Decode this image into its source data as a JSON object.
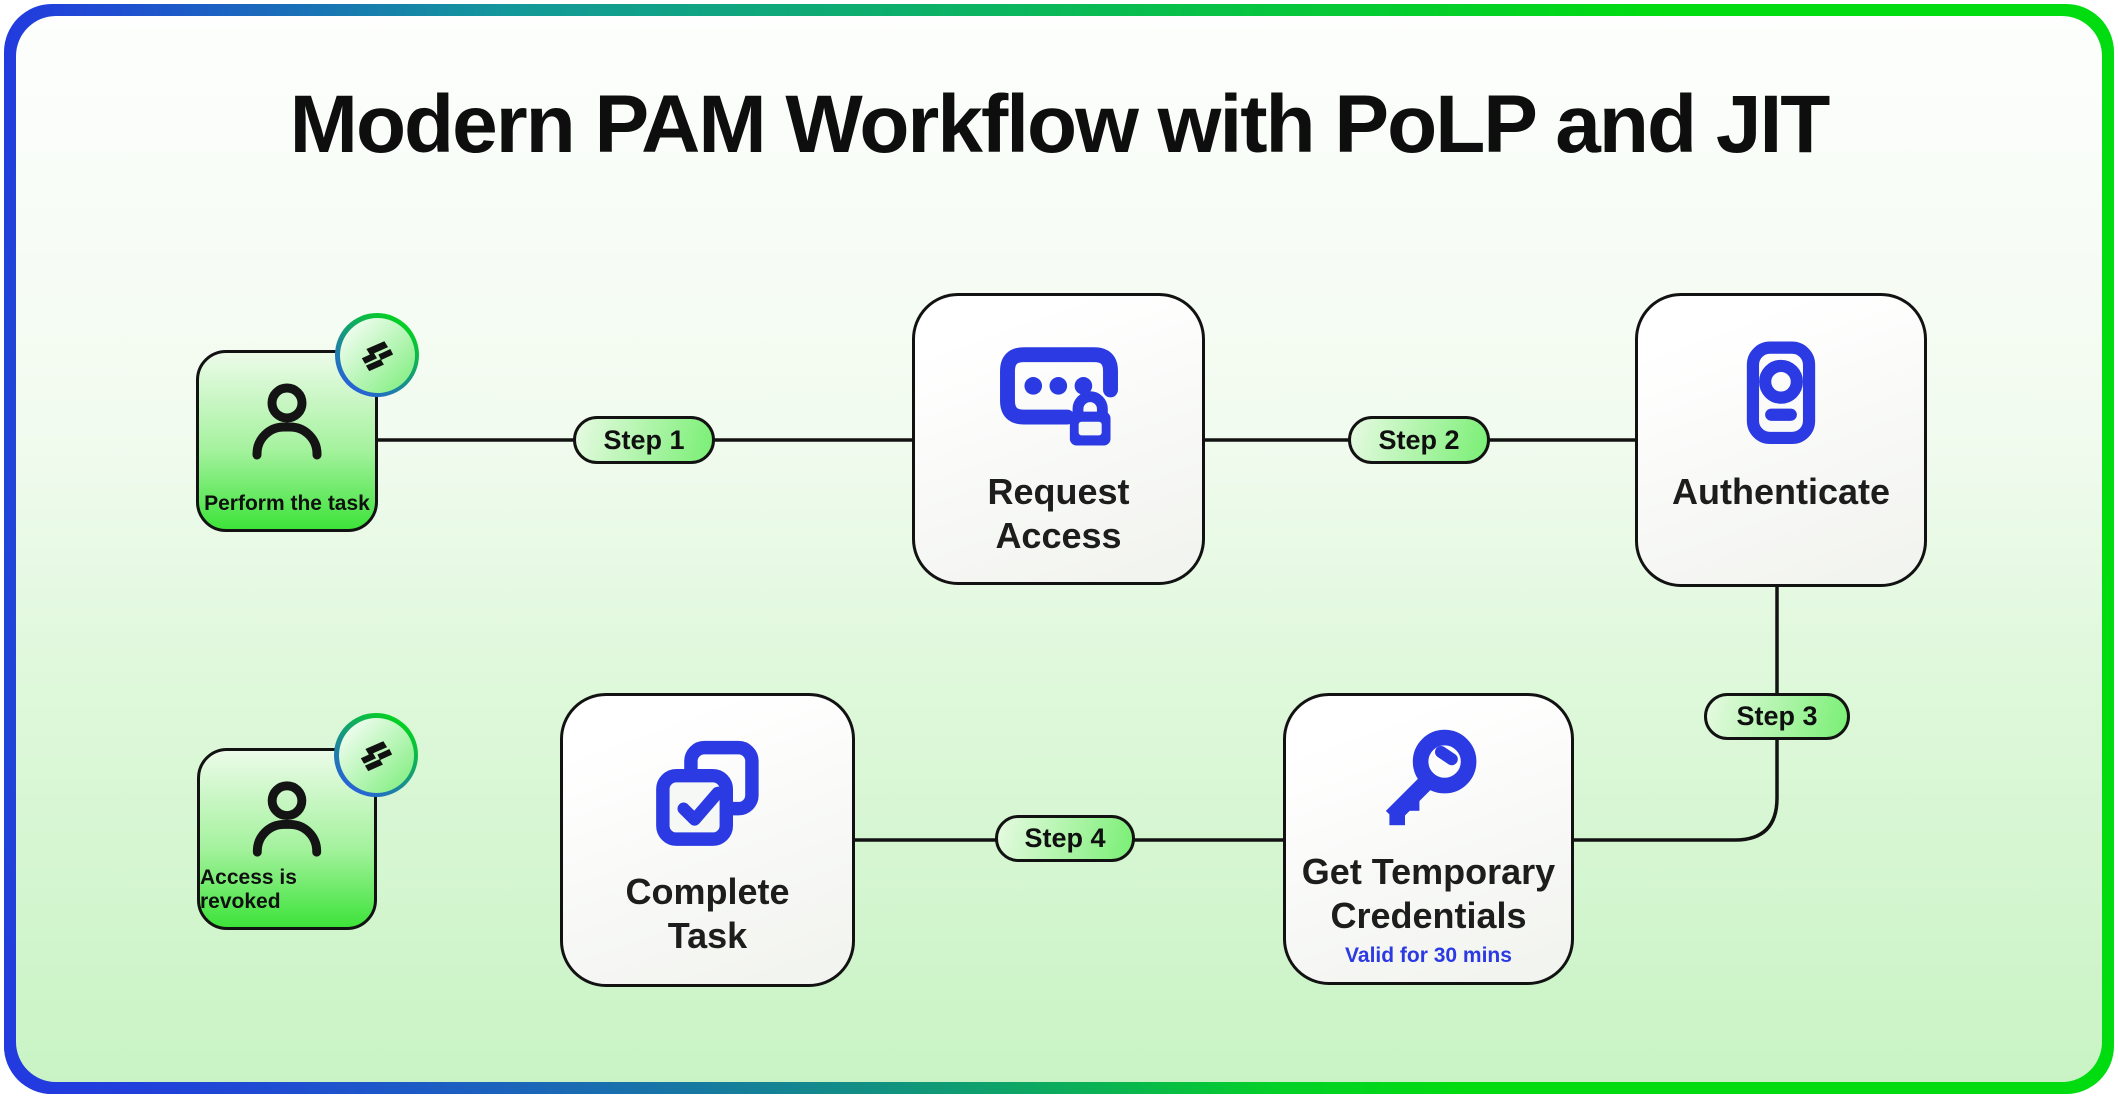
{
  "title": "Modern PAM Workflow with PoLP and JIT",
  "steps": {
    "step1": "Step 1",
    "step2": "Step 2",
    "step3": "Step 3",
    "step4": "Step 4"
  },
  "nodes": {
    "perform_task": {
      "label": "Perform the task",
      "icon": "user-icon"
    },
    "request_access": {
      "label": "Request Access",
      "icon": "password-lock-icon"
    },
    "authenticate": {
      "label": "Authenticate",
      "icon": "id-card-icon"
    },
    "get_credentials": {
      "label": "Get Temporary Credentials",
      "note": "Valid for 30 mins",
      "icon": "key-icon"
    },
    "complete_task": {
      "label": "Complete Task",
      "icon": "task-check-icon"
    },
    "access_revoked": {
      "label": "Access is revoked",
      "icon": "user-icon"
    }
  },
  "badge": {
    "icon": "strongdm-logo-icon"
  },
  "colors": {
    "accent_blue": "#2b3ae2",
    "badge_blue": "#2b58e8",
    "frame_blue": "#2239e0",
    "frame_teal": "#13989a",
    "frame_green": "#00dc10",
    "bright_green": "#3de33a",
    "line": "#121212"
  }
}
